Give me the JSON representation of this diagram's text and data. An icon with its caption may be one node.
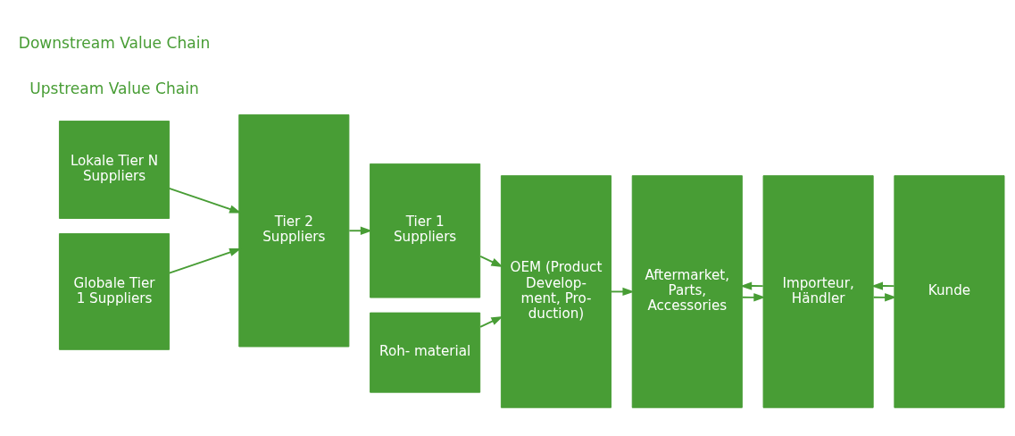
{
  "diagram": {
    "nodes": [
      {
        "text": [
          "Lokale Tier N Suppliers"
        ]
      },
      {
        "text": [
          "Globale Tier 1 Suppliers"
        ]
      },
      {
        "text": [
          "Tier 2 Suppliers"
        ]
      },
      {
        "text": [
          "Tier 1 Suppliers"
        ]
      },
      {
        "text": [
          "Roh- material"
        ]
      },
      {
        "text": [
          "OEM (Product Develop- ment, Pro- duction)"
        ]
      },
      {
        "text": [
          "Aftermarket, Parts, Accessories"
        ]
      },
      {
        "text": [
          "Importeur, Händler"
        ]
      },
      {
        "text": [
          "Kunde"
        ]
      }
    ],
    "edges": [
      {
        "from": 0,
        "to": 2,
        "arrow": "to"
      },
      {
        "from": 1,
        "to": 2,
        "arrow": "to"
      },
      {
        "from": 2,
        "to": 3,
        "arrow": "to"
      },
      {
        "from": 3,
        "to": 5,
        "arrow": "to"
      },
      {
        "from": 4,
        "to": 5,
        "arrow": "to"
      },
      {
        "from": 5,
        "to": 6,
        "arrow": "to"
      },
      {
        "from": 6,
        "to": 7,
        "arrow": "to"
      },
      {
        "from": 7,
        "to": 6,
        "arrow": "to"
      },
      {
        "from": 7,
        "to": 8,
        "arrow": "to"
      },
      {
        "from": 8,
        "to": 7,
        "arrow": "to"
      }
    ],
    "labels": [
      "Upstream Value Chain",
      "Downstream Value Chain"
    ]
  }
}
